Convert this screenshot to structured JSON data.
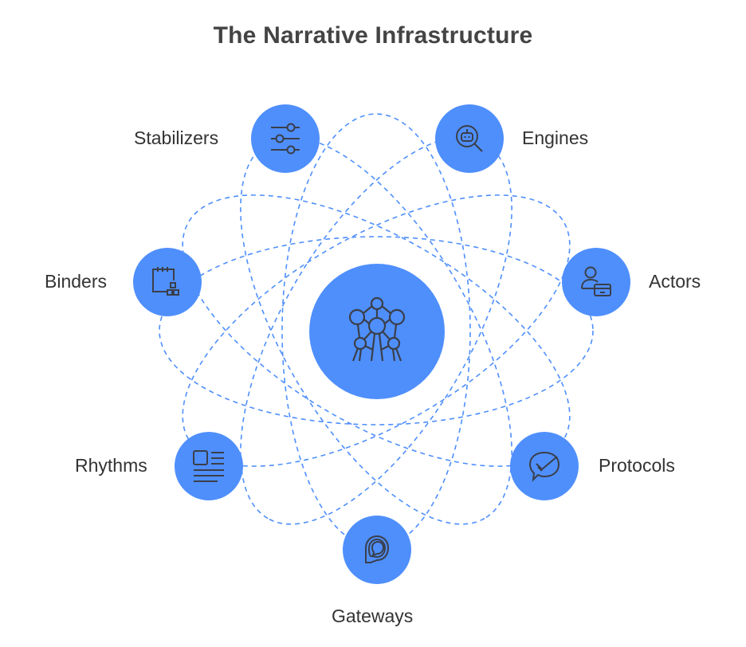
{
  "title": "The Narrative Infrastructure",
  "colors": {
    "node_fill": "#4f8ffc",
    "orbit_stroke": "#4f8ffc",
    "icon_stroke": "#3a3f4a",
    "title_text": "#444444",
    "label_text": "#333333"
  },
  "center": {
    "icon": "atomium-structure-icon"
  },
  "nodes": [
    {
      "label": "Stabilizers",
      "icon": "sliders-icon"
    },
    {
      "label": "Engines",
      "icon": "robot-search-icon"
    },
    {
      "label": "Binders",
      "icon": "calendar-blocks-icon"
    },
    {
      "label": "Actors",
      "icon": "user-card-icon"
    },
    {
      "label": "Rhythms",
      "icon": "article-layout-icon"
    },
    {
      "label": "Protocols",
      "icon": "chat-check-icon"
    },
    {
      "label": "Gateways",
      "icon": "chat-bubbles-icon"
    }
  ]
}
